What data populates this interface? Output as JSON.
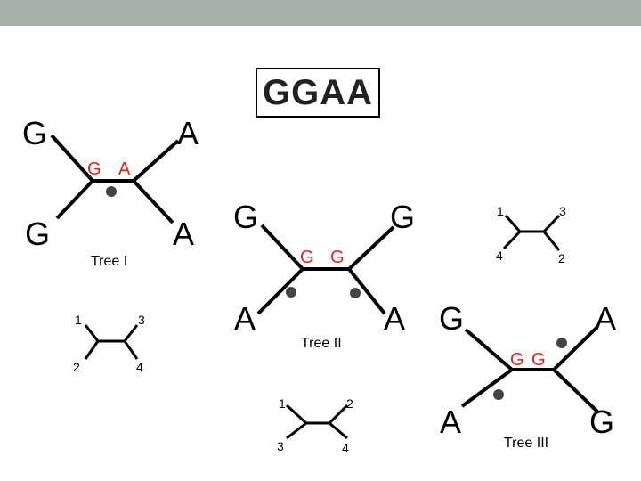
{
  "slide": {
    "title": "GGAA",
    "tree1": {
      "leaf_top_left": "G",
      "leaf_top_right": "A",
      "leaf_bottom_left": "G",
      "leaf_bottom_right": "A",
      "internal_left": "G",
      "internal_right": "A",
      "label": "Tree I"
    },
    "tree2": {
      "leaf_top_left": "G",
      "leaf_top_right": "G",
      "leaf_bottom_left": "A",
      "leaf_bottom_right": "A",
      "internal_left": "G",
      "internal_right": "G",
      "label": "Tree II"
    },
    "tree3": {
      "leaf_top_left": "G",
      "leaf_top_right": "A",
      "leaf_bottom_left": "A",
      "leaf_bottom_right": "G",
      "internal_left": "G",
      "internal_right": "G",
      "label": "Tree III"
    },
    "key1": {
      "top_left": "1",
      "top_right": "3",
      "bottom_left": "2",
      "bottom_right": "4"
    },
    "key2": {
      "top_left": "1",
      "top_right": "2",
      "bottom_left": "3",
      "bottom_right": "4"
    },
    "key3": {
      "top_left": "1",
      "top_right": "3",
      "bottom_left": "4",
      "bottom_right": "2"
    }
  }
}
